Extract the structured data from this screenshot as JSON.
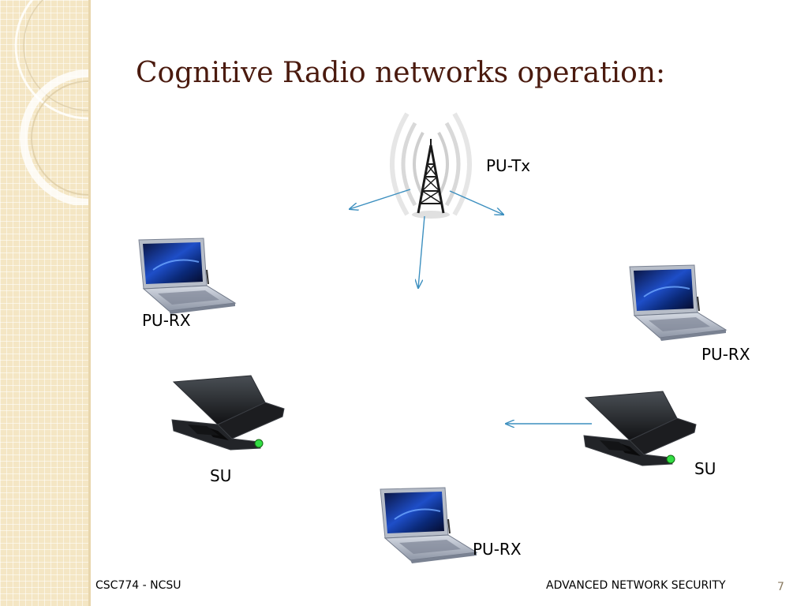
{
  "slide": {
    "title": "Cognitive Radio networks operation:"
  },
  "diagram": {
    "tower_label": "PU-Tx",
    "nodes": [
      {
        "id": "pu-rx-left",
        "label": "PU-RX",
        "device": "silver-laptop"
      },
      {
        "id": "pu-rx-right",
        "label": "PU-RX",
        "device": "silver-laptop"
      },
      {
        "id": "su-left",
        "label": "SU",
        "device": "black-laptop"
      },
      {
        "id": "su-right",
        "label": "SU",
        "device": "black-laptop"
      },
      {
        "id": "pu-rx-bottom",
        "label": "PU-RX",
        "device": "silver-laptop"
      }
    ],
    "arrow_color": "#3c8fbf",
    "icons": [
      "radio-tower-icon",
      "laptop-icon"
    ]
  },
  "footer": {
    "left": "CSC774  - NCSU",
    "right": "ADVANCED NETWORK SECURITY",
    "page": "7"
  },
  "colors": {
    "title": "#4a1a0e",
    "side_panel": "#f4e6c4"
  }
}
